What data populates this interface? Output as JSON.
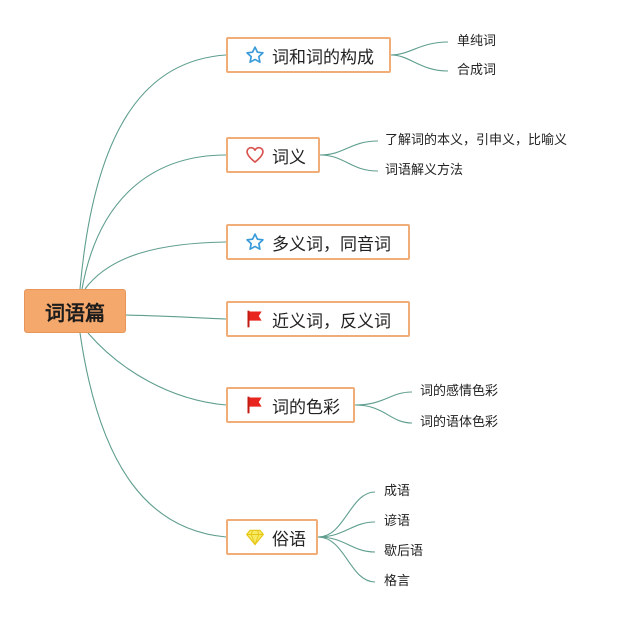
{
  "root": {
    "label": "词语篇"
  },
  "topics": [
    {
      "label": "词和词的构成",
      "icon": "star-icon",
      "children": [
        "单纯词",
        "合成词"
      ]
    },
    {
      "label": "词义",
      "icon": "heart-icon",
      "children": [
        "了解词的本义，引申义，比喻义",
        "词语解义方法"
      ]
    },
    {
      "label": "多义词，同音词",
      "icon": "star-icon",
      "children": []
    },
    {
      "label": "近义词，反义词",
      "icon": "red-flag-icon",
      "children": []
    },
    {
      "label": "词的色彩",
      "icon": "red-flag-icon",
      "children": [
        "词的感情色彩",
        "词的语体色彩"
      ]
    },
    {
      "label": "俗语",
      "icon": "diamond-icon",
      "children": [
        "成语",
        "谚语",
        "歇后语",
        "格言"
      ]
    }
  ],
  "colors": {
    "root_fill": "#f5a86b",
    "topic_border": "#f0ad78",
    "connector": "#5f9e8f",
    "star": "#3a9bd9",
    "heart": "#d9534f",
    "flag": "#e8261f",
    "diamond": "#f2dc2e"
  }
}
